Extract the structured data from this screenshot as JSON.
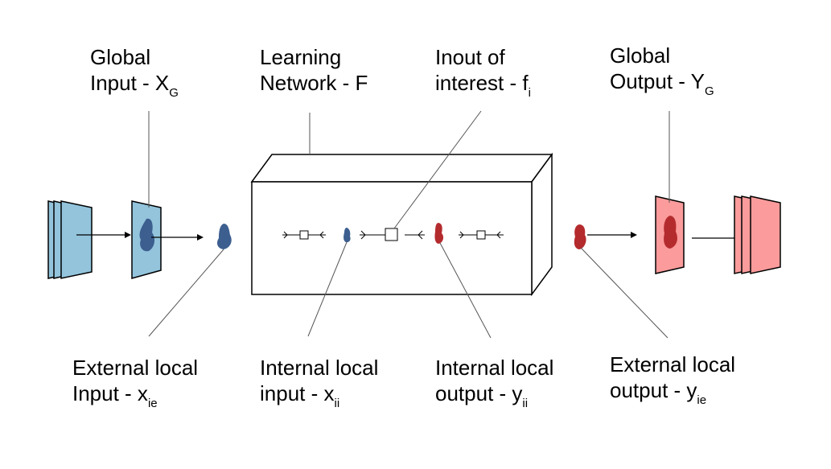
{
  "labels": {
    "global_input": {
      "line1": "Global",
      "line2": "Input - X",
      "sub": "G"
    },
    "learning_network": {
      "line1": "Learning",
      "line2": "Network - F"
    },
    "input_of_interest": {
      "line1": "Inout of",
      "line2": "interest - f",
      "sub": "i"
    },
    "global_output": {
      "line1": "Global",
      "line2": "Output - Y",
      "sub": "G"
    },
    "external_local_input": {
      "line1": "External local",
      "line2": "Input - x",
      "sub": "ie"
    },
    "internal_local_input": {
      "line1": "Internal local",
      "line2": "input - x",
      "sub": "ii"
    },
    "internal_local_output": {
      "line1": "Internal local",
      "line2": "output - y",
      "sub": "ii"
    },
    "external_local_output": {
      "line1": "External local",
      "line2": "output - y",
      "sub": "ie"
    }
  },
  "colors": {
    "input_plane": "#93c4dc",
    "input_blob": "#3c5f8f",
    "output_plane": "#fb9b9b",
    "output_blob": "#b42b2e",
    "stroke": "#000000",
    "leader_line": "#555555"
  }
}
